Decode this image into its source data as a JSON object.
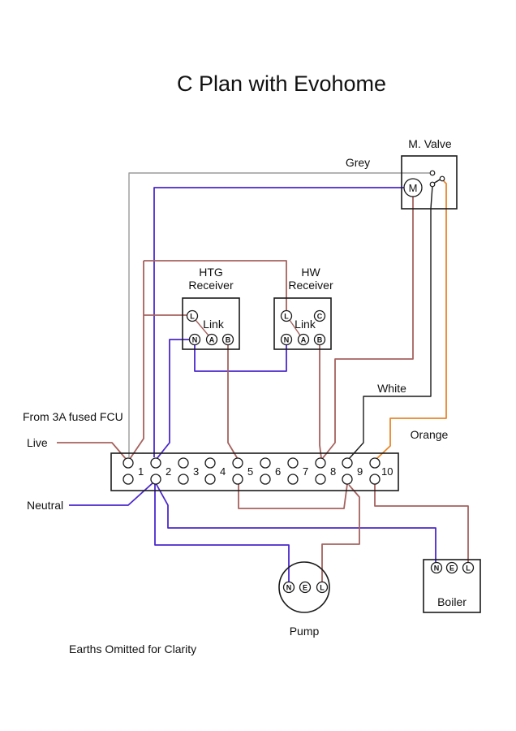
{
  "title": "C Plan with Evohome",
  "footnote": "Earths Omitted for Clarity",
  "colors": {
    "wire_brown": "#a6625e",
    "wire_blue": "#4a28cc",
    "wire_grey": "#9b9b9b",
    "wire_black": "#1a1a1a",
    "wire_orange": "#e8862a",
    "line_black": "#1a1a1a",
    "background": "#ffffff"
  },
  "valve": {
    "label": "M. Valve",
    "motor_letter": "M"
  },
  "wire_labels": {
    "grey": "Grey",
    "white": "White",
    "orange": "Orange"
  },
  "htg_receiver": {
    "name_line1": "HTG",
    "name_line2": "Receiver",
    "link_label": "Link",
    "terminals": [
      "L",
      "N",
      "A",
      "B"
    ]
  },
  "hw_receiver": {
    "name_line1": "HW",
    "name_line2": "Receiver",
    "link_label": "Link",
    "terminals": [
      "L",
      "C",
      "N",
      "A",
      "B"
    ]
  },
  "terminal_strip": {
    "numbers": [
      "1",
      "2",
      "3",
      "4",
      "5",
      "6",
      "7",
      "8",
      "9",
      "10"
    ]
  },
  "left_labels": {
    "from_fcu": "From 3A fused FCU",
    "live": "Live",
    "neutral": "Neutral"
  },
  "pump": {
    "label": "Pump",
    "terminals": [
      "N",
      "E",
      "L"
    ]
  },
  "boiler": {
    "label": "Boiler",
    "terminals": [
      "N",
      "E",
      "L"
    ]
  }
}
